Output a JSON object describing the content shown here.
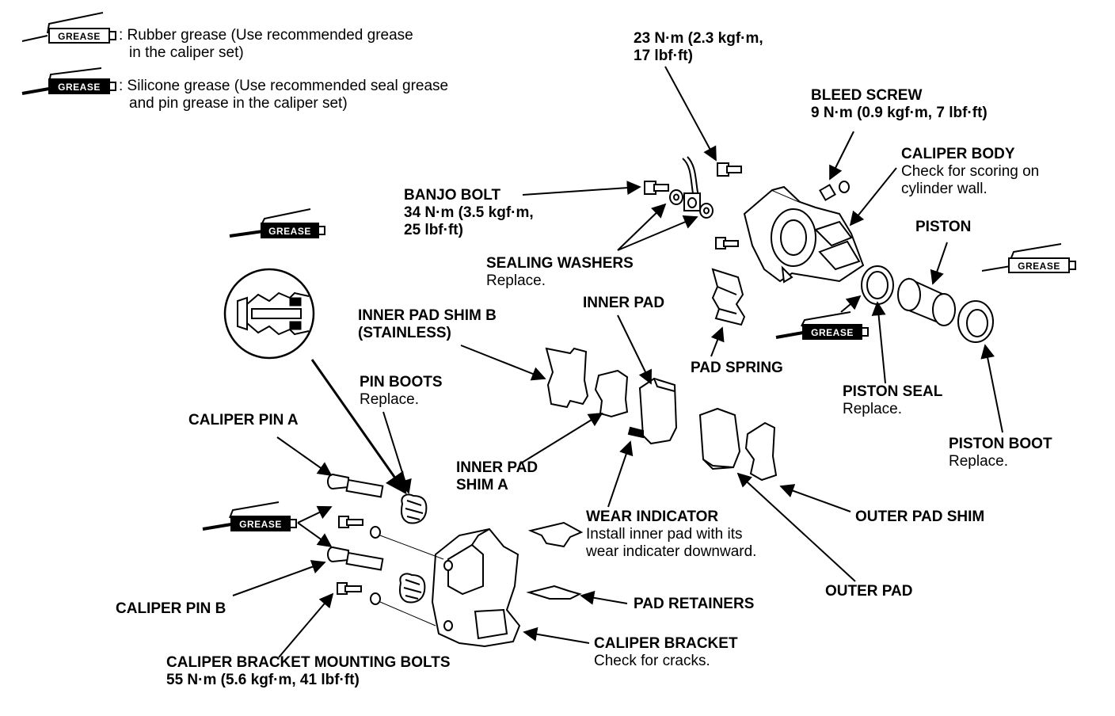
{
  "legend": {
    "rubber": {
      "tag": "GREASE",
      "text1": ": Rubber grease (Use recommended grease",
      "text2": "in the caliper set)"
    },
    "silicone": {
      "tag": "GREASE",
      "text1": ": Silicone grease (Use recommended seal grease",
      "text2": "and pin grease in the caliper set)"
    }
  },
  "grease_tag": "GREASE",
  "labels": {
    "torque_23": {
      "t1": "23 N·m (2.3 kgf·m,",
      "t2": "17 lbf·ft)"
    },
    "bleed_screw": {
      "title": "BLEED SCREW",
      "spec": "9 N·m (0.9 kgf·m, 7 lbf·ft)"
    },
    "caliper_body": {
      "title": "CALIPER BODY",
      "s1": "Check for scoring on",
      "s2": "cylinder wall."
    },
    "banjo_bolt": {
      "title": "BANJO BOLT",
      "s1": "34 N·m (3.5 kgf·m,",
      "s2": "25 lbf·ft)"
    },
    "piston": {
      "title": "PISTON"
    },
    "sealing_washers": {
      "title": "SEALING WASHERS",
      "sub": "Replace."
    },
    "inner_pad": {
      "title": "INNER PAD"
    },
    "inner_pad_shim_b": {
      "t1": "INNER PAD SHIM B",
      "t2": "(STAINLESS)"
    },
    "pad_spring": {
      "title": "PAD SPRING"
    },
    "piston_seal": {
      "title": "PISTON SEAL",
      "sub": "Replace."
    },
    "pin_boots": {
      "title": "PIN BOOTS",
      "sub": "Replace."
    },
    "caliper_pin_a": {
      "title": "CALIPER PIN A"
    },
    "piston_boot": {
      "title": "PISTON BOOT",
      "sub": "Replace."
    },
    "inner_pad_shim_a": {
      "t1": "INNER PAD",
      "t2": "SHIM A"
    },
    "wear_indicator": {
      "title": "WEAR INDICATOR",
      "s1": "Install inner pad with its",
      "s2": "wear indicater downward."
    },
    "outer_pad_shim": {
      "title": "OUTER PAD SHIM"
    },
    "outer_pad": {
      "title": "OUTER PAD"
    },
    "caliper_pin_b": {
      "title": "CALIPER PIN B"
    },
    "pad_retainers": {
      "title": "PAD RETAINERS"
    },
    "caliper_bracket": {
      "title": "CALIPER BRACKET",
      "sub": "Check for cracks."
    },
    "mounting_bolts": {
      "title": "CALIPER BRACKET MOUNTING BOLTS",
      "spec": "55 N·m (5.6 kgf·m, 41 lbf·ft)"
    }
  }
}
